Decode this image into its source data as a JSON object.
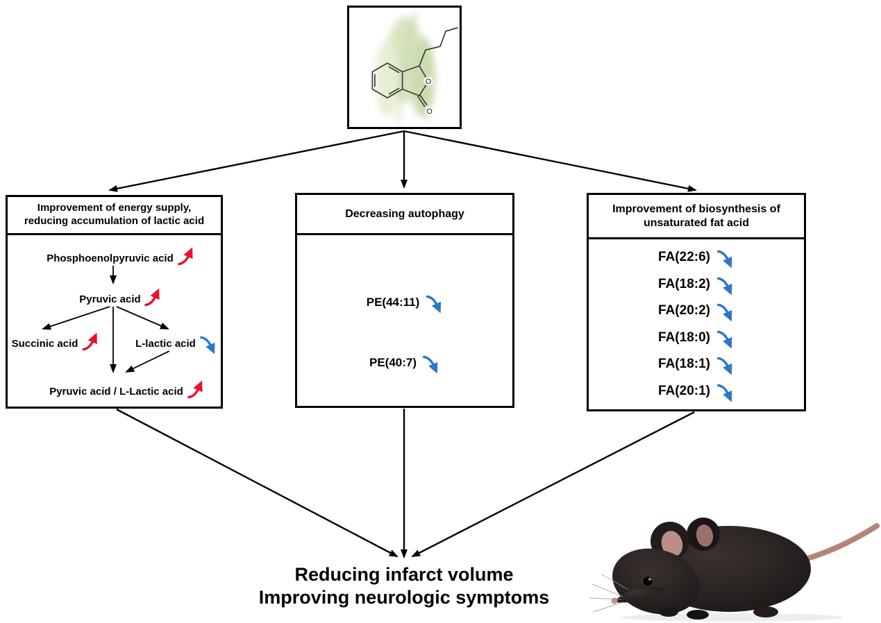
{
  "compound_box": {
    "atom_labels": [
      "O",
      "O"
    ]
  },
  "left_panel": {
    "title_line1": "Improvement of energy supply,",
    "title_line2": "reducing accumulation of lactic acid",
    "nodes": [
      {
        "label": "Phosphoenolpyruvic acid",
        "trend": "up"
      },
      {
        "label": "Pyruvic acid",
        "trend": "up"
      },
      {
        "label": "Succinic acid",
        "trend": "up"
      },
      {
        "label": "L-lactic acid",
        "trend": "down"
      },
      {
        "label": "Pyruvic acid / L-Lactic acid",
        "trend": "up"
      }
    ]
  },
  "middle_panel": {
    "title": "Decreasing autophagy",
    "items": [
      {
        "label": "PE(44:11)",
        "trend": "down"
      },
      {
        "label": "PE(40:7)",
        "trend": "down"
      }
    ]
  },
  "right_panel": {
    "title_line1": "Improvement of biosynthesis of",
    "title_line2": "unsaturated fat acid",
    "items": [
      {
        "label": "FA(22:6)",
        "trend": "down"
      },
      {
        "label": "FA(18:2)",
        "trend": "down"
      },
      {
        "label": "FA(20:2)",
        "trend": "down"
      },
      {
        "label": "FA(18:0)",
        "trend": "down"
      },
      {
        "label": "FA(18:1)",
        "trend": "down"
      },
      {
        "label": "FA(20:1)",
        "trend": "down"
      }
    ]
  },
  "conclusion": {
    "line1": "Reducing infarct volume",
    "line2": "Improving neurologic symptoms"
  },
  "colors": {
    "increase_arrow": "#e8112d",
    "decrease_arrow": "#2878cd",
    "outline": "#000000"
  },
  "images": {
    "mouse": "black-mouse-photo",
    "compound": "butylphthalide-structure-on-green-plant"
  }
}
